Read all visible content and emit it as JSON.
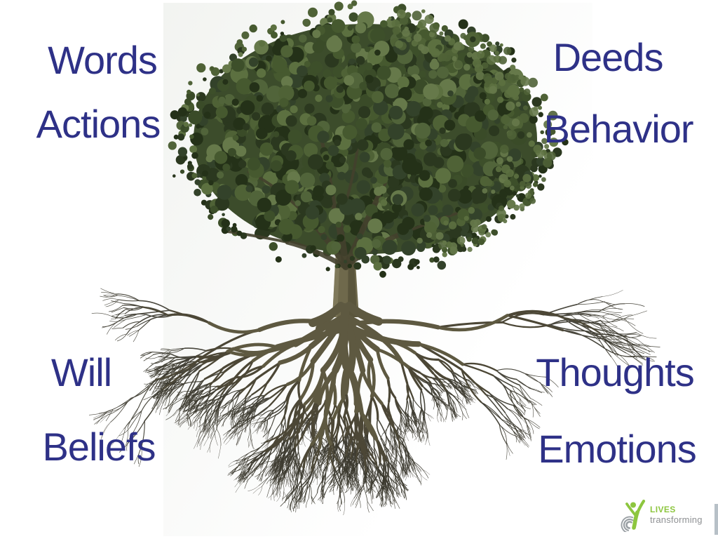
{
  "slide": {
    "background_color": "#ffffff",
    "label_color": "#2e3187",
    "quadrants": {
      "top_left": {
        "labels": [
          "Words",
          "Actions"
        ]
      },
      "top_right": {
        "labels": [
          "Deeds",
          "Behavior"
        ]
      },
      "bottom_left": {
        "labels": [
          "Will",
          "Beliefs"
        ]
      },
      "bottom_right": {
        "labels": [
          "Thoughts",
          "Emotions"
        ]
      }
    }
  },
  "illustration": {
    "subject": "tree with exposed root system",
    "canopy_color": "#3d4f2a",
    "trunk_color": "#6f694c",
    "root_color": "#4c4736"
  },
  "logo": {
    "brand": "LIVES",
    "tagline": "transforming",
    "brand_color": "#8dc63f",
    "tagline_color": "#8e9093",
    "mark": "person-with-raised-arms-over-ripples"
  }
}
